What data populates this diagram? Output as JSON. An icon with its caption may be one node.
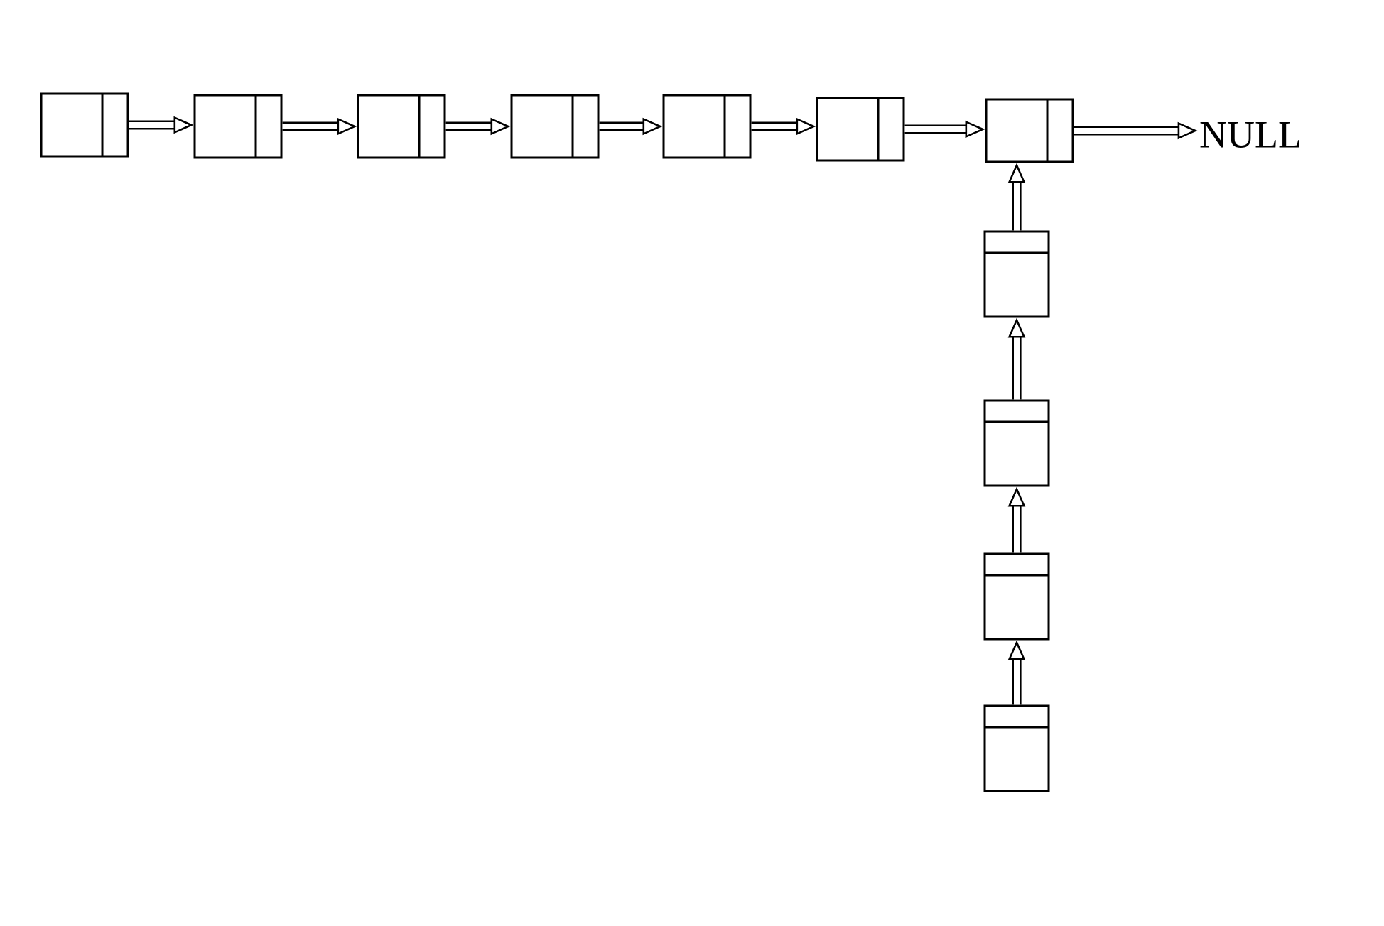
{
  "diagram": {
    "nodes": [
      {
        "text": [],
        "shape": "box"
      },
      {
        "text": [],
        "shape": "box"
      },
      {
        "text": [],
        "shape": "box"
      },
      {
        "text": [],
        "shape": "box"
      },
      {
        "text": [],
        "shape": "box"
      },
      {
        "text": [],
        "shape": "box"
      },
      {
        "text": [],
        "shape": "box"
      },
      {
        "text": [
          "NULL"
        ]
      },
      {
        "text": [],
        "shape": "box"
      },
      {
        "text": [],
        "shape": "box"
      },
      {
        "text": [],
        "shape": "box"
      },
      {
        "text": [],
        "shape": "box"
      }
    ],
    "edges": [
      {
        "from": 0,
        "to": 1,
        "arrow": "to"
      },
      {
        "from": 1,
        "to": 2,
        "arrow": "to"
      },
      {
        "from": 2,
        "to": 3,
        "arrow": "to"
      },
      {
        "from": 3,
        "to": 4,
        "arrow": "to"
      },
      {
        "from": 4,
        "to": 5,
        "arrow": "to"
      },
      {
        "from": 5,
        "to": 6,
        "arrow": "to"
      },
      {
        "from": 6,
        "to": 7,
        "arrow": "to"
      },
      {
        "from": 8,
        "to": 6,
        "arrow": "to"
      },
      {
        "from": 9,
        "to": 8,
        "arrow": "to"
      },
      {
        "from": 10,
        "to": 9,
        "arrow": "to"
      },
      {
        "from": 11,
        "to": 10,
        "arrow": "to"
      }
    ]
  }
}
